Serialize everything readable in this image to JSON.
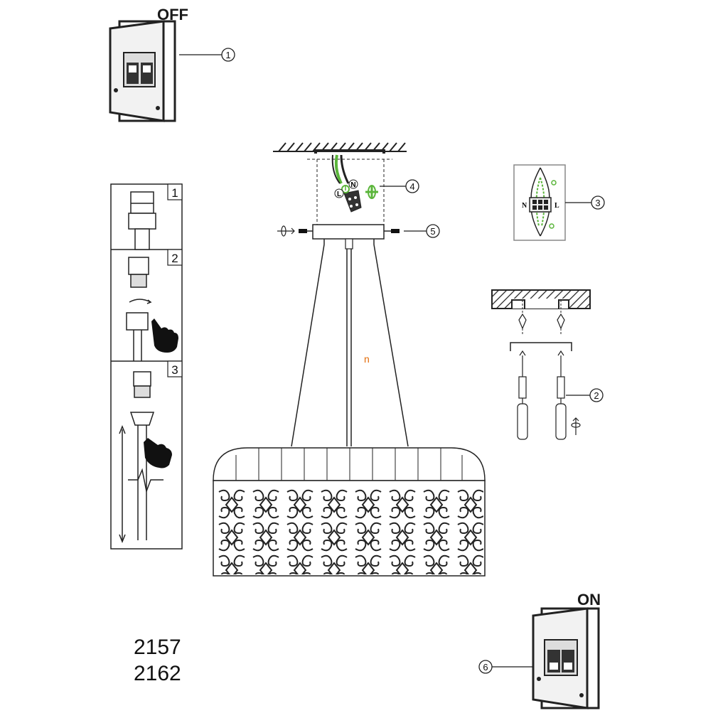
{
  "diagram": {
    "switch_off_label": "OFF",
    "switch_on_label": "ON",
    "callouts": [
      "1",
      "2",
      "3",
      "4",
      "5",
      "6"
    ],
    "steps": [
      "1",
      "2",
      "3"
    ],
    "terminal_labels": [
      "N",
      "L"
    ],
    "wire_labels": [
      "L",
      "N"
    ],
    "model_numbers": [
      "2157",
      "2162"
    ],
    "stray_mark": "n"
  }
}
